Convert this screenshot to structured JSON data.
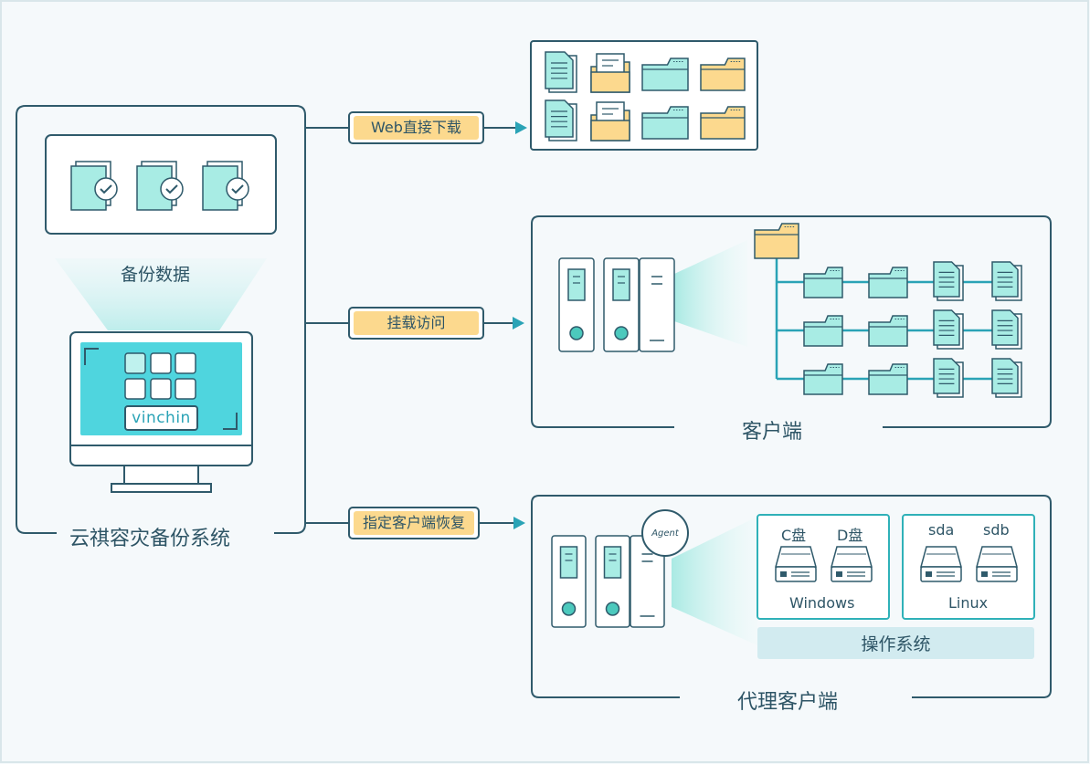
{
  "system": {
    "title": "云祺容灾备份系统",
    "backup_label": "备份数据",
    "logo_text": "vinchin"
  },
  "arrows": {
    "web": "Web直接下载",
    "mount": "挂载访问",
    "restore": "指定客户端恢复"
  },
  "client": {
    "title": "客户端"
  },
  "agent_client": {
    "title": "代理客户端",
    "badge": "Agent",
    "os_label": "操作系统",
    "windows": {
      "name": "Windows",
      "disks": [
        "C盘",
        "D盘"
      ]
    },
    "linux": {
      "name": "Linux",
      "disks": [
        "sda",
        "sdb"
      ]
    }
  },
  "colors": {
    "stroke": "#2f5a6b",
    "teal": "#a8ece4",
    "teal_dark": "#4cc9bd",
    "yellow": "#fcd98e",
    "screen": "#4fd5de",
    "arrow": "#2aa3b6"
  }
}
